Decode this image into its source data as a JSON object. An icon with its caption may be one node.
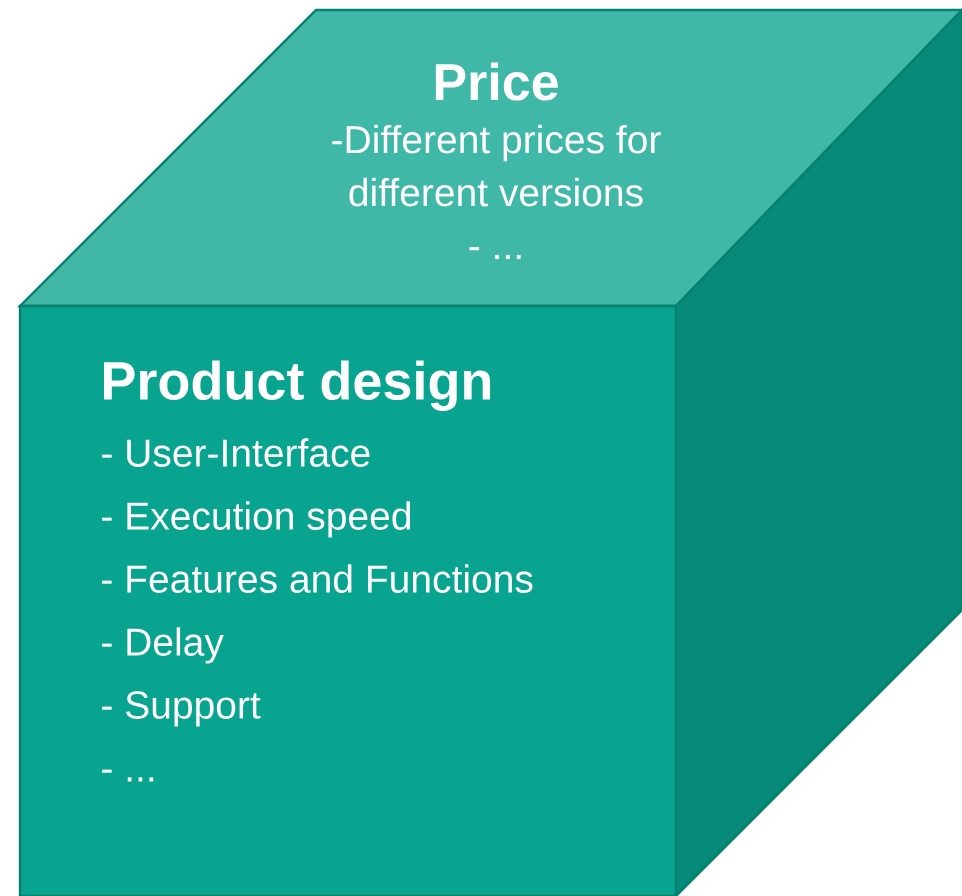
{
  "diagram": {
    "nodes": [
      {
        "text": [
          "Price",
          "-Different prices for different versions",
          "- ..."
        ]
      },
      {
        "text": [
          "Product design",
          "- User-Interface",
          "- Execution speed",
          "- Features and Functions",
          "- Delay",
          "- Support",
          "- ..."
        ]
      },
      {
        "text": [],
        "shape": "box"
      }
    ]
  }
}
